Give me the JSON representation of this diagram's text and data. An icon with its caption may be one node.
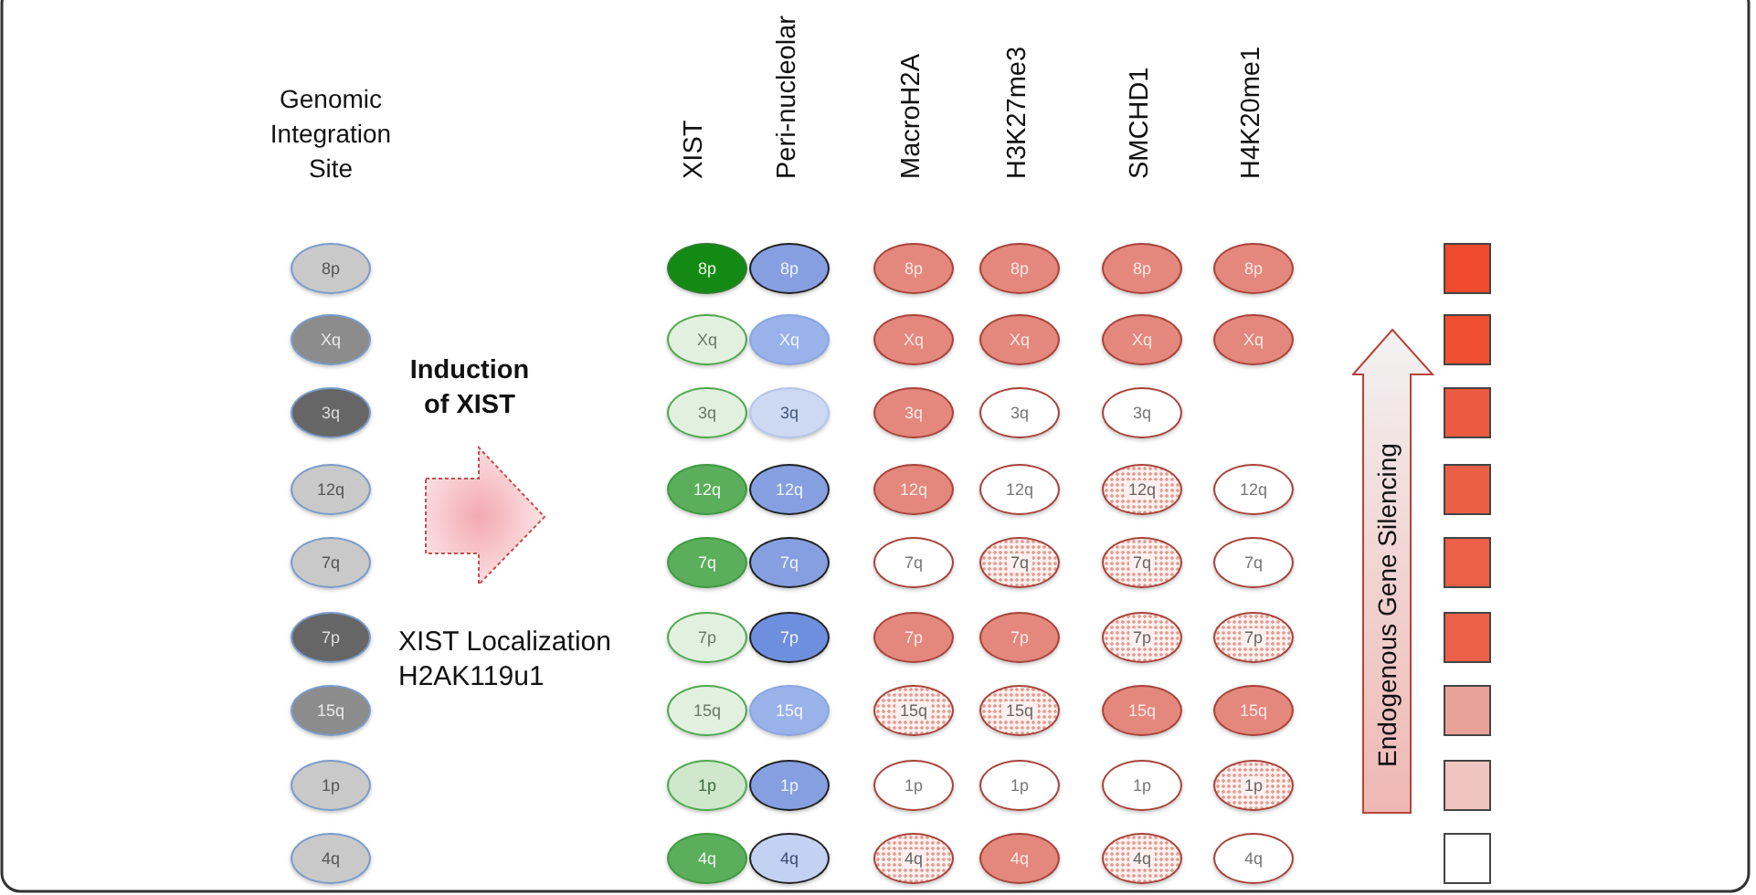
{
  "diagram": {
    "nodes": [
      {
        "text": [
          "8p"
        ]
      },
      {
        "text": [
          "8p"
        ]
      },
      {
        "text": [
          "8p"
        ]
      },
      {
        "text": [
          "8p"
        ]
      },
      {
        "text": [
          "8p"
        ]
      },
      {
        "text": [
          "8p"
        ]
      },
      {
        "text": [
          "8p"
        ]
      },
      {
        "text": [],
        "shape": "box"
      },
      {
        "text": [
          "Xq"
        ]
      },
      {
        "text": [
          "Xq"
        ]
      },
      {
        "text": [
          "Xq"
        ]
      },
      {
        "text": [
          "Xq"
        ]
      },
      {
        "text": [
          "Xq"
        ]
      },
      {
        "text": [
          "Xq"
        ]
      },
      {
        "text": [
          "Xq"
        ]
      },
      {
        "text": [],
        "shape": "box"
      },
      {
        "text": [
          "3q"
        ]
      },
      {
        "text": [
          "3q"
        ]
      },
      {
        "text": [
          "3q"
        ]
      },
      {
        "text": [
          "3q"
        ]
      },
      {
        "text": [
          "3q"
        ]
      },
      {
        "text": [
          "3q"
        ]
      },
      {
        "text": [],
        "shape": "box"
      },
      {
        "text": [
          "12q"
        ]
      },
      {
        "text": [
          "12q"
        ]
      },
      {
        "text": [
          "12q"
        ]
      },
      {
        "text": [
          "12q"
        ]
      },
      {
        "text": [
          "12q"
        ]
      },
      {
        "text": [
          "12q"
        ]
      },
      {
        "text": [
          "12q"
        ]
      },
      {
        "text": [],
        "shape": "box"
      },
      {
        "text": [
          "7q"
        ]
      },
      {
        "text": [
          "7q"
        ]
      },
      {
        "text": [
          "7q"
        ]
      },
      {
        "text": [
          "7q"
        ]
      },
      {
        "text": [
          "7q"
        ]
      },
      {
        "text": [
          "7q"
        ]
      },
      {
        "text": [
          "7q"
        ]
      },
      {
        "text": [],
        "shape": "box"
      },
      {
        "text": [
          "7p"
        ]
      },
      {
        "text": [
          "7p"
        ]
      },
      {
        "text": [
          "7p"
        ]
      },
      {
        "text": [
          "7p"
        ]
      },
      {
        "text": [
          "7p"
        ]
      },
      {
        "text": [
          "7p"
        ]
      },
      {
        "text": [
          "7p"
        ]
      },
      {
        "text": [],
        "shape": "box"
      },
      {
        "text": [
          "15q"
        ]
      },
      {
        "text": [
          "15q"
        ]
      },
      {
        "text": [
          "15q"
        ]
      },
      {
        "text": [
          "15q"
        ]
      },
      {
        "text": [
          "15q"
        ]
      },
      {
        "text": [
          "15q"
        ]
      },
      {
        "text": [
          "15q"
        ]
      },
      {
        "text": [],
        "shape": "box"
      },
      {
        "text": [
          "1p"
        ]
      },
      {
        "text": [
          "1p"
        ]
      },
      {
        "text": [
          "1p"
        ]
      },
      {
        "text": [
          "1p"
        ]
      },
      {
        "text": [
          "1p"
        ]
      },
      {
        "text": [
          "1p"
        ]
      },
      {
        "text": [
          "1p"
        ]
      },
      {
        "text": [],
        "shape": "box"
      },
      {
        "text": [
          "4q"
        ]
      },
      {
        "text": [
          "4q"
        ]
      },
      {
        "text": [
          "4q"
        ]
      },
      {
        "text": [
          "4q"
        ]
      },
      {
        "text": [
          "4q"
        ]
      },
      {
        "text": [
          "4q"
        ]
      },
      {
        "text": [
          "4q"
        ]
      },
      {
        "text": [],
        "shape": "box"
      },
      {
        "text": [
          "Endogenous Gene Silencing"
        ]
      }
    ],
    "labels": [
      "Genomic Integration Site",
      "XIST",
      "Peri-nucleolar",
      "MacroH2A",
      "H3K27me3",
      "SMCHD1",
      "H4K20me1",
      "Induction of XIST",
      "XIST Localization H2AK119u1"
    ]
  }
}
